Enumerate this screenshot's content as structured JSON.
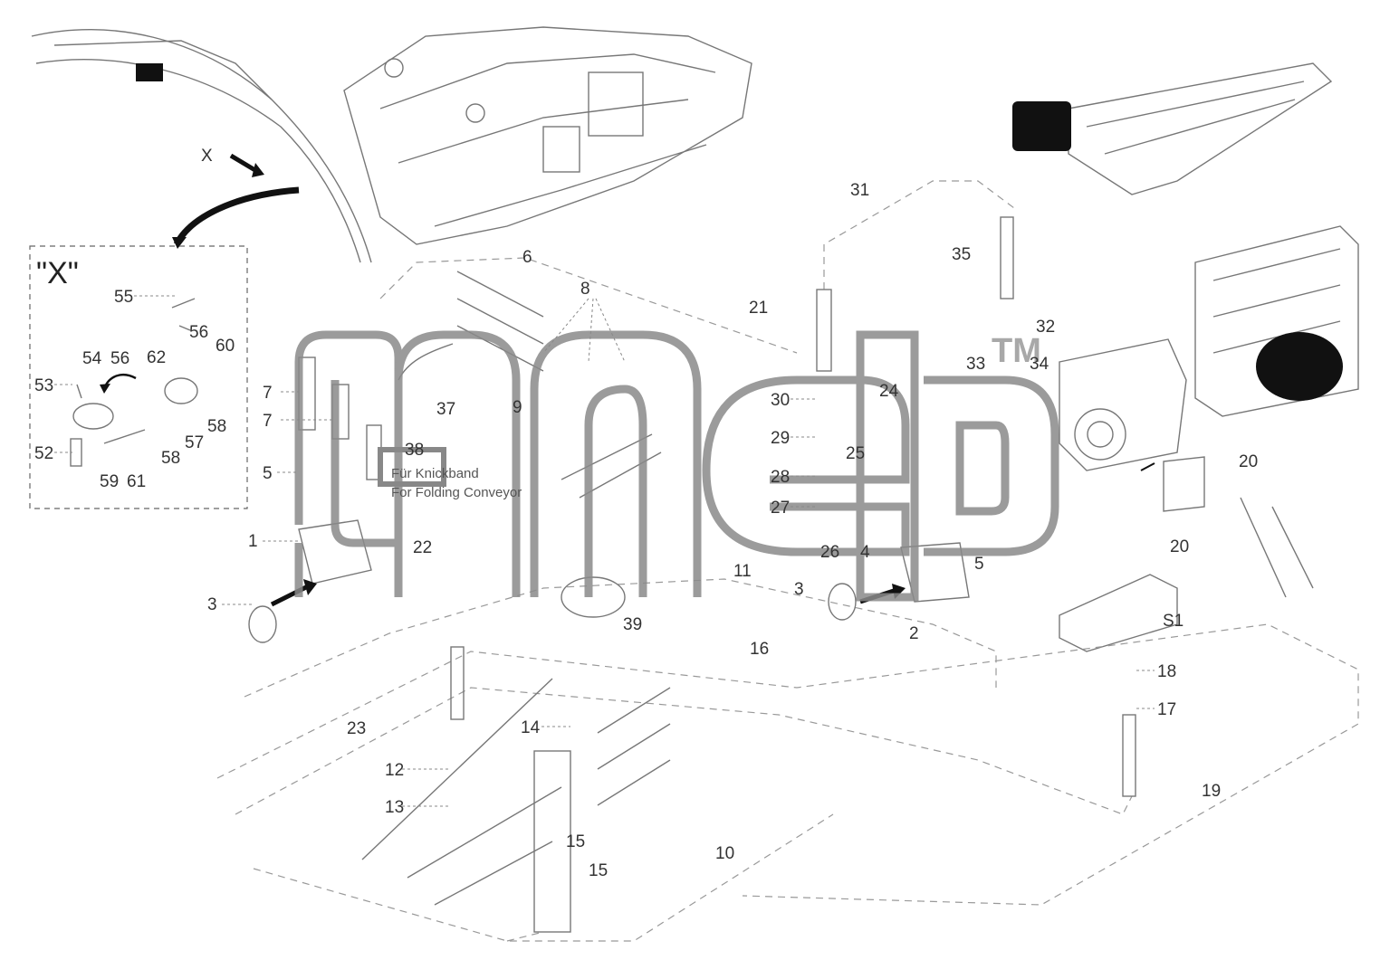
{
  "diagram": {
    "detail_label": "\"X\"",
    "view_marker": "X",
    "note_de": "Für Knickband",
    "note_en": "For Folding Conveyor",
    "watermark": "TM",
    "callouts": {
      "c1": "1",
      "c2": "2",
      "c3a": "3",
      "c3b": "3",
      "c4": "4",
      "c5a": "5",
      "c5b": "5",
      "c6": "6",
      "c7a": "7",
      "c7b": "7",
      "c8": "8",
      "c9": "9",
      "c10": "10",
      "c11": "11",
      "c12": "12",
      "c13": "13",
      "c14": "14",
      "c15a": "15",
      "c15b": "15",
      "c16": "16",
      "c17": "17",
      "c18": "18",
      "c19": "19",
      "c20a": "20",
      "c20b": "20",
      "c21": "21",
      "c22": "22",
      "c23": "23",
      "c24": "24",
      "c25": "25",
      "c26": "26",
      "c27": "27",
      "c28": "28",
      "c29": "29",
      "c30": "30",
      "c31": "31",
      "c32": "32",
      "c33": "33",
      "c34": "34",
      "c35": "35",
      "c37": "37",
      "c38": "38",
      "c39": "39",
      "cS1": "S1",
      "c52": "52",
      "c53": "53",
      "c54": "54",
      "c55": "55",
      "c56a": "56",
      "c56b": "56",
      "c57": "57",
      "c58a": "58",
      "c58b": "58",
      "c59": "59",
      "c60": "60",
      "c61": "61",
      "c62": "62"
    }
  }
}
